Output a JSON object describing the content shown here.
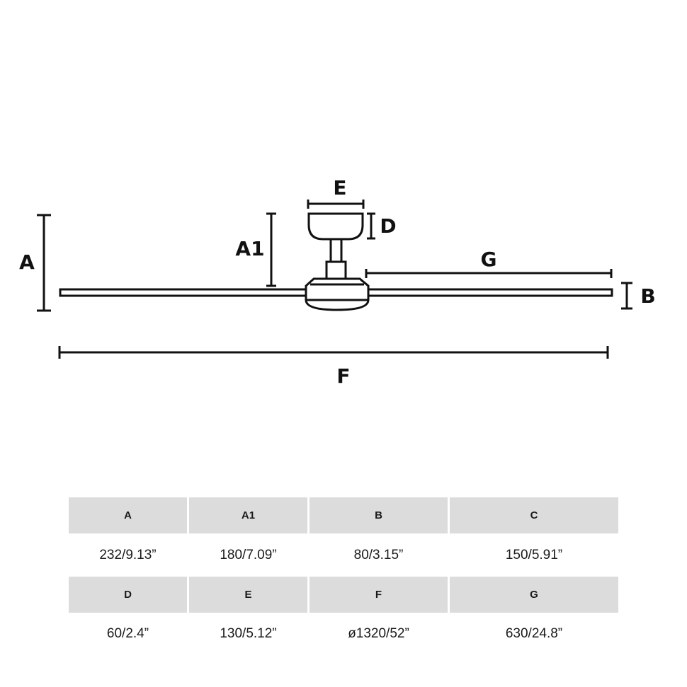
{
  "diagram": {
    "labels": {
      "A": "A",
      "A1": "A1",
      "B": "B",
      "D": "D",
      "E": "E",
      "F": "F",
      "G": "G"
    }
  },
  "table": {
    "rows": [
      {
        "headers": [
          "A",
          "A1",
          "B",
          "C"
        ],
        "values": [
          "232/9.13”",
          "180/7.09”",
          "80/3.15”",
          "150/5.91”"
        ]
      },
      {
        "headers": [
          "D",
          "E",
          "F",
          "G"
        ],
        "values": [
          "60/2.4”",
          "130/5.12”",
          "ø1320/52”",
          "630/24.8”"
        ]
      }
    ]
  }
}
